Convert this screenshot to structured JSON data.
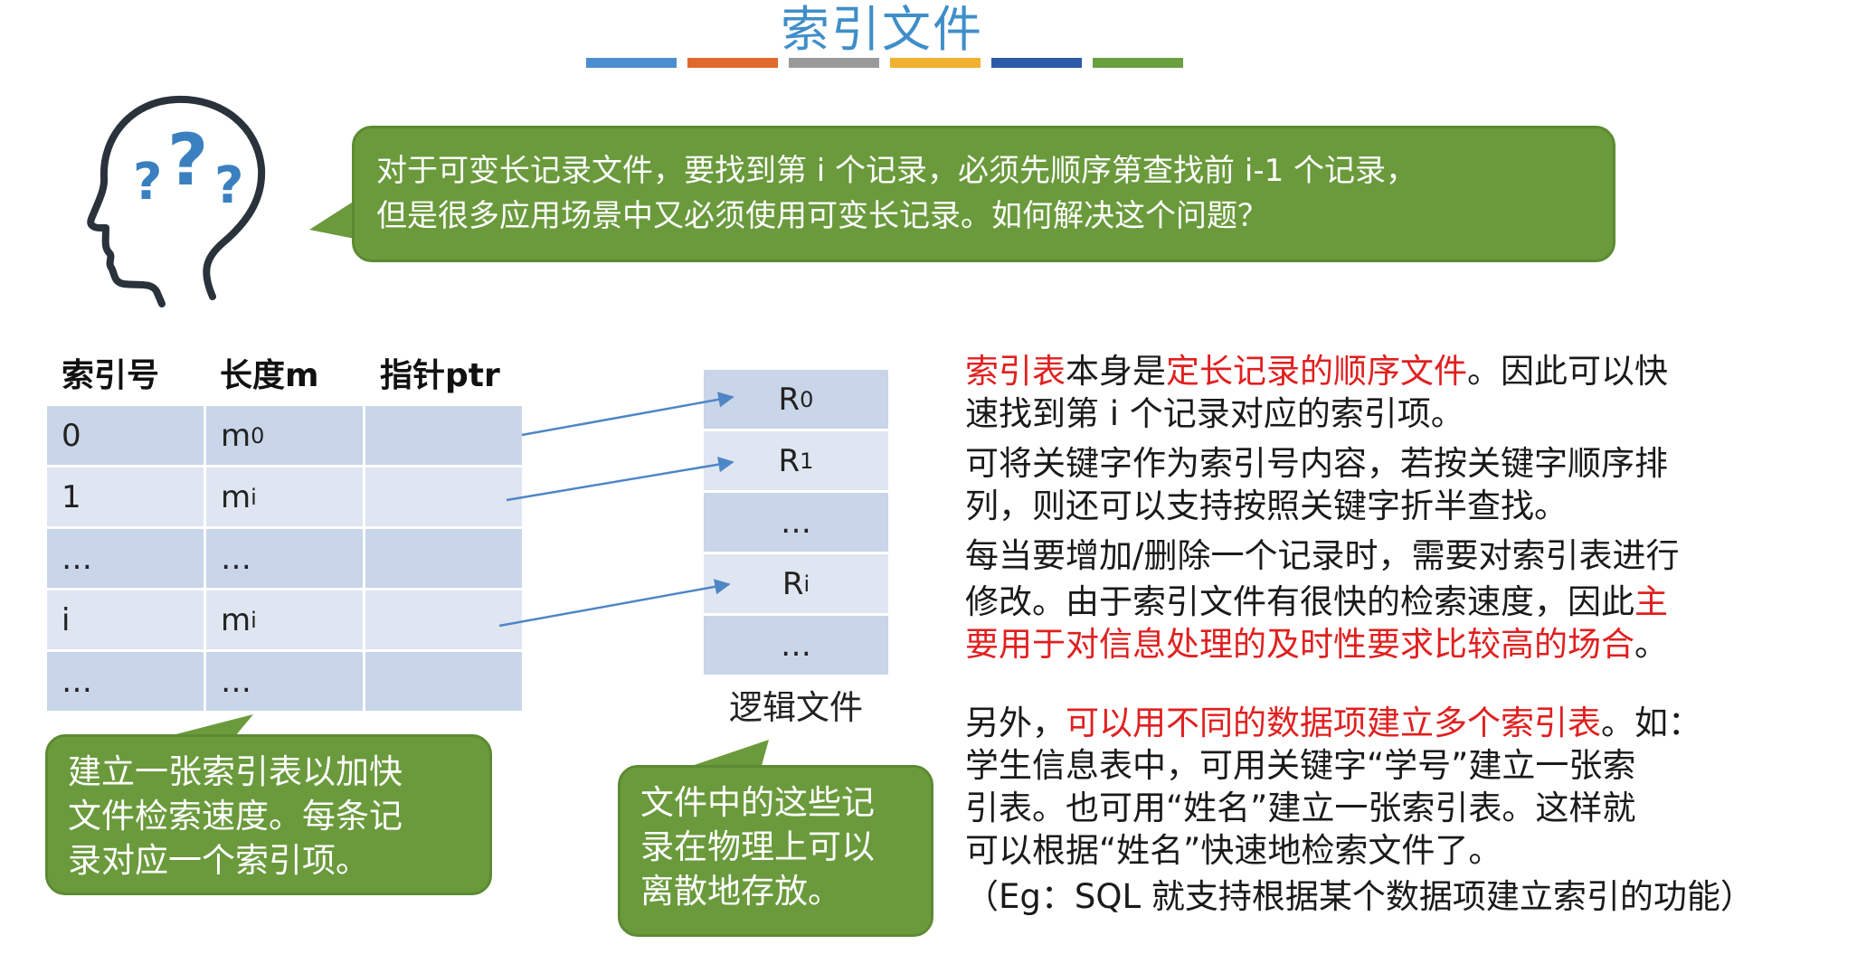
{
  "title": "索引文件",
  "accent_colors": [
    "#4a8fd0",
    "#e06a2c",
    "#9a9a9a",
    "#f0b030",
    "#2d5aa8",
    "#6aa040"
  ],
  "thinking_icon": "head-with-question-marks-icon",
  "question_bubble": {
    "line1": "对于可变长记录文件，要找到第 i 个记录，必须先顺序第查找前 i-1 个记录，",
    "line2": "但是很多应用场景中又必须使用可变长记录。如何解决这个问题？"
  },
  "index_table": {
    "headers": [
      "索引号",
      "长度m",
      "指针ptr"
    ],
    "rows": [
      {
        "idx": "0",
        "len": "m",
        "len_sub": "0",
        "ptr": ""
      },
      {
        "idx": "1",
        "len": "m",
        "len_sub": "i",
        "ptr": ""
      },
      {
        "idx": "…",
        "len": "…",
        "len_sub": "",
        "ptr": ""
      },
      {
        "idx": "i",
        "len": "m",
        "len_sub": "i",
        "ptr": ""
      },
      {
        "idx": "…",
        "len": "…",
        "len_sub": "",
        "ptr": ""
      }
    ]
  },
  "logic_file": {
    "cells": [
      {
        "text": "R",
        "sub": "0"
      },
      {
        "text": "R",
        "sub": "1"
      },
      {
        "text": "…",
        "sub": ""
      },
      {
        "text": "R",
        "sub": "i"
      },
      {
        "text": "…",
        "sub": ""
      }
    ],
    "label": "逻辑文件"
  },
  "right_text": {
    "p1a_red": "索引表",
    "p1b": "本身是",
    "p1c_red": "定长记录的顺序文件",
    "p1d": "。因此可以快",
    "p1e": "速找到第 i 个记录对应的索引项。",
    "p2a": "可将关键字作为索引号内容，若按关键字顺序排",
    "p2b": "列，则还可以支持按照关键字折半查找。",
    "p3a": "每当要增加/删除一个记录时，需要对索引表进行",
    "p3b": "修改。由于索引文件有很快的检索速度，因此",
    "p3c_red": "主",
    "p3d_red": "要用于对信息处理的及时性要求比较高的场合",
    "p3e": "。",
    "p4a": "另外，",
    "p4b_red": "可以用不同的数据项建立多个索引表",
    "p4c": "。如：",
    "p4d": "学生信息表中，可用关键字“学号”建立一张索",
    "p4e": "引表。也可用“姓名”建立一张索引表。这样就",
    "p4f": "可以根据“姓名”快速地检索文件了。",
    "p5": "（Eg：SQL 就支持根据某个数据项建立索引的功能）"
  },
  "bubble_left": {
    "line1": "建立一张索引表以加快",
    "line2": "文件检索速度。每条记",
    "line3": "录对应一个索引项。"
  },
  "bubble_mid": {
    "line1": "文件中的这些记",
    "line2": "录在物理上可以",
    "line3": "离散地存放。"
  }
}
